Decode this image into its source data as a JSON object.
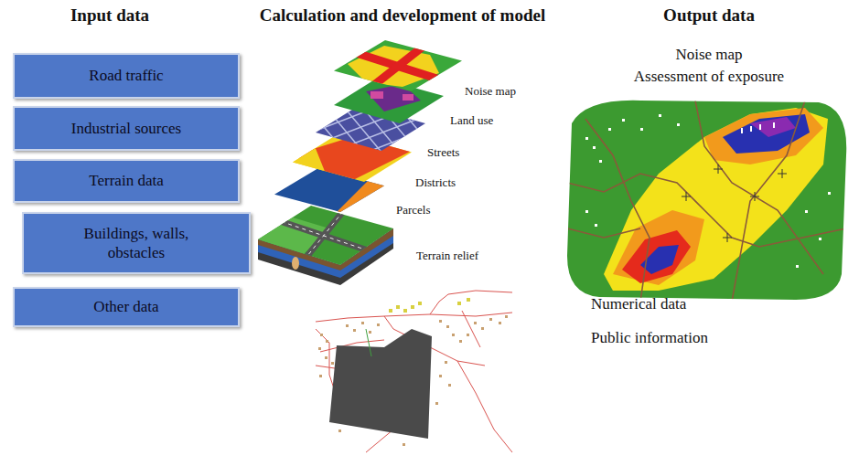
{
  "diagram": {
    "nodes": [
      {
        "text": [
          "Road traffic"
        ]
      },
      {
        "text": [
          "Industrial sources"
        ]
      },
      {
        "text": [
          "Terrain data"
        ]
      },
      {
        "text": [
          "Buildings, walls, obstacles"
        ]
      },
      {
        "text": [
          "Other data"
        ]
      }
    ],
    "edges": [],
    "labels": [
      "Input data",
      "Calculation and development of model",
      "Output data",
      "Noise map",
      "Land use",
      "Streets",
      "Districts",
      "Parcels",
      "Terrain relief",
      "Noise map",
      "Assessment of exposure",
      "Numerical data",
      "Public information"
    ]
  }
}
